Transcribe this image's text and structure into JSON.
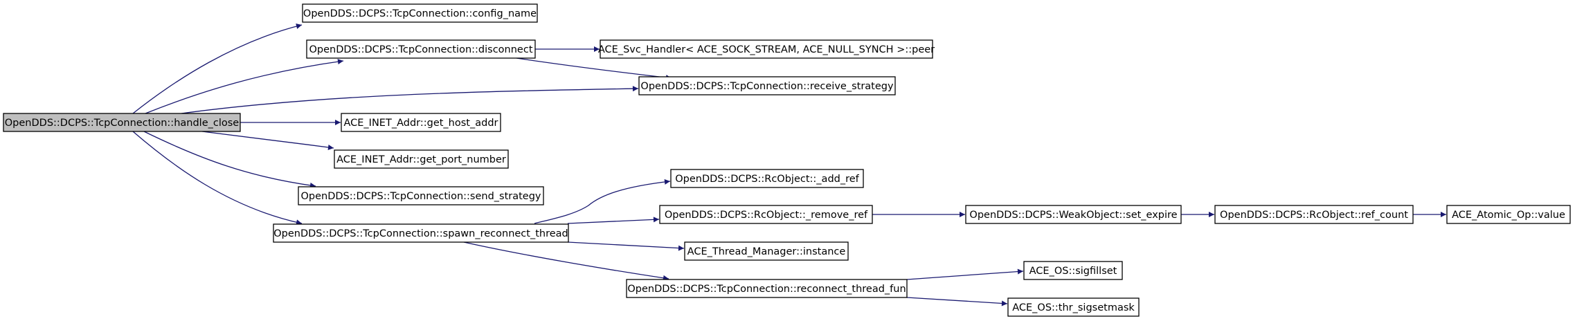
{
  "colors": {
    "node_border": "#000000",
    "node_fill": "#ffffff",
    "root_fill": "#bfbfbf",
    "edge": "#191970",
    "text": "#000000"
  },
  "nodes": {
    "handle_close": "OpenDDS::DCPS::TcpConnection::handle_close",
    "config_name": "OpenDDS::DCPS::TcpConnection::config_name",
    "disconnect": "OpenDDS::DCPS::TcpConnection::disconnect",
    "peer": "ACE_Svc_Handler< ACE_SOCK_STREAM, ACE_NULL_SYNCH >::peer",
    "receive_strategy": "OpenDDS::DCPS::TcpConnection::receive_strategy",
    "get_host_addr": "ACE_INET_Addr::get_host_addr",
    "get_port_number": "ACE_INET_Addr::get_port_number",
    "send_strategy": "OpenDDS::DCPS::TcpConnection::send_strategy",
    "spawn_reconnect_thread": "OpenDDS::DCPS::TcpConnection::spawn_reconnect_thread",
    "add_ref": "OpenDDS::DCPS::RcObject::_add_ref",
    "remove_ref": "OpenDDS::DCPS::RcObject::_remove_ref",
    "set_expire": "OpenDDS::DCPS::WeakObject::set_expire",
    "ref_count": "OpenDDS::DCPS::RcObject::ref_count",
    "atomic_value": "ACE_Atomic_Op::value",
    "thread_manager_instance": "ACE_Thread_Manager::instance",
    "reconnect_thread_fun": "OpenDDS::DCPS::TcpConnection::reconnect_thread_fun",
    "sigfillset": "ACE_OS::sigfillset",
    "thr_sigsetmask": "ACE_OS::thr_sigsetmask"
  }
}
